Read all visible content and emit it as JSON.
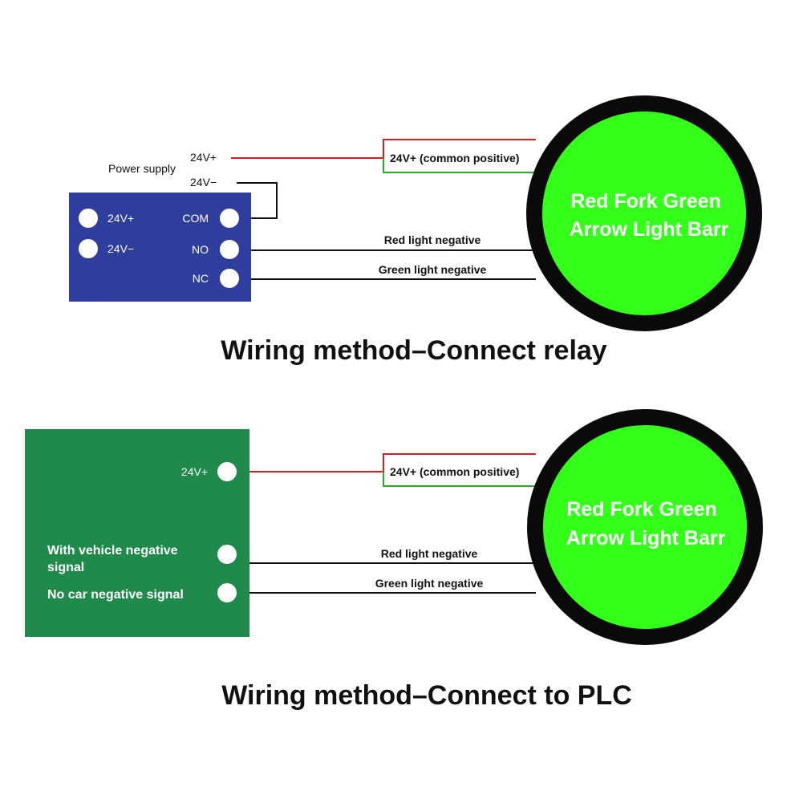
{
  "relay_diagram": {
    "power_supply_label": "Power supply",
    "supply_pos": "24V+",
    "supply_neg": "24V−",
    "relay_terminals_left": [
      "24V+",
      "24V−"
    ],
    "relay_terminals_right": [
      "COM",
      "NO",
      "NC"
    ],
    "common_positive": "24V+ (common positive)",
    "red_negative": "Red light negative",
    "green_negative": "Green light negative",
    "lamp_line1": "Red Fork Green",
    "lamp_line2": "Arrow Light Barr",
    "title": "Wiring method–Connect relay"
  },
  "plc_diagram": {
    "terminal_pos": "24V+",
    "with_vehicle_line1": "With vehicle negative",
    "with_vehicle_line2": "signal",
    "no_car": "No car negative signal",
    "common_positive": "24V+ (common positive)",
    "red_negative": "Red light negative",
    "green_negative": "Green light negative",
    "lamp_line1": "Red Fork Green",
    "lamp_line2": "Arrow Light Barr",
    "title": "Wiring method–Connect to PLC"
  },
  "colors": {
    "relay_board": "#2f3d9c",
    "plc_board": "#1f8a4c",
    "lamp_fill": "#33ff1a",
    "lamp_ring": "#0a0a0a",
    "wire_red": "#d92020",
    "wire_green": "#22b022",
    "wire_black": "#111111"
  }
}
